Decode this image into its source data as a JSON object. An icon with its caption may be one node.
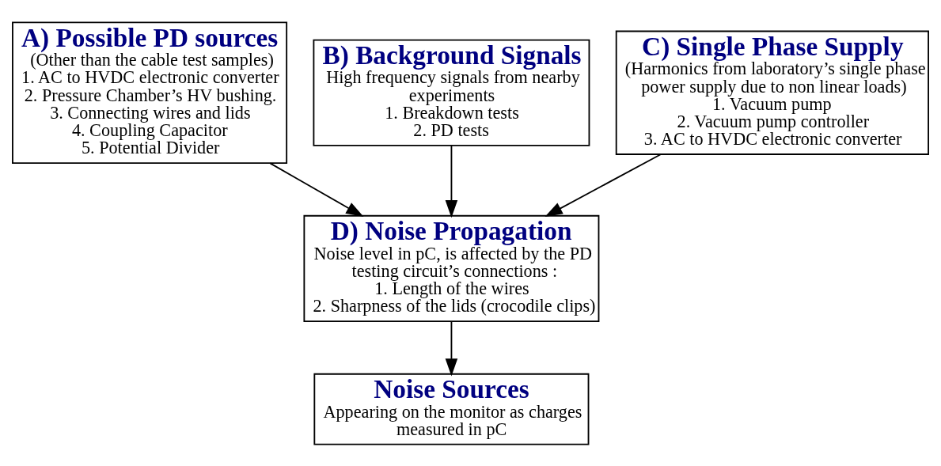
{
  "diagram": {
    "nodes": [
      {
        "text": [
          "A) Possible PD sources",
          "(Other than the cable test samples)",
          "1. AC to HVDC electronic converter",
          "2. Pressure Chamber’s HV bushing.",
          "3. Connecting wires and lids",
          "4. Coupling Capacitor",
          "5. Potential Divider"
        ]
      },
      {
        "text": [
          "B) Background Signals",
          "High frequency signals from nearby experiments",
          "1. Breakdown tests",
          "2. PD tests"
        ]
      },
      {
        "text": [
          "C) Single Phase Supply",
          "(Harmonics from laboratory’s single phase power supply due to non linear loads)",
          "1. Vacuum pump",
          "2. Vacuum pump controller",
          "3. AC to HVDC electronic converter"
        ]
      },
      {
        "text": [
          "D) Noise Propagation",
          "Noise level in pC, is affected by the PD testing circuit’s connections :",
          "1. Length of the wires",
          "2. Sharpness of the lids (crocodile clips)"
        ]
      },
      {
        "text": [
          "Noise Sources",
          "Appearing on the monitor as charges measured in pC"
        ]
      }
    ],
    "edges": [
      {
        "from": 0,
        "to": 3,
        "arrow": "to"
      },
      {
        "from": 1,
        "to": 3,
        "arrow": "to"
      },
      {
        "from": 2,
        "to": 3,
        "arrow": "to"
      },
      {
        "from": 3,
        "to": 4,
        "arrow": "to"
      }
    ]
  }
}
